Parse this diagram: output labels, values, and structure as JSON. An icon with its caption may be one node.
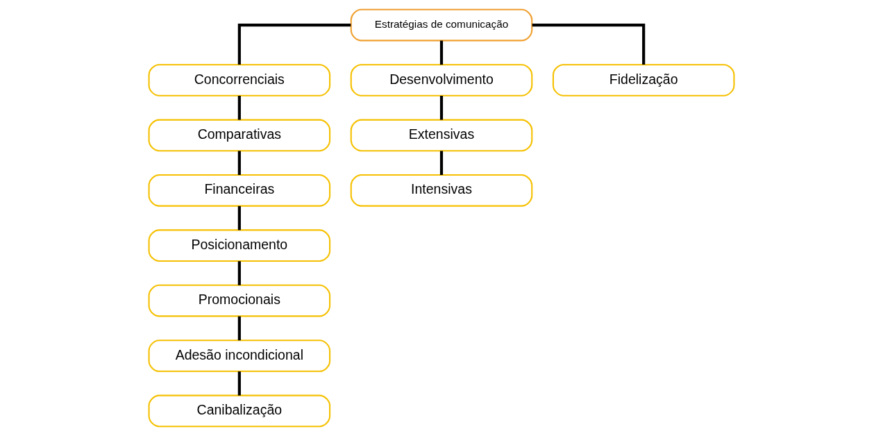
{
  "diagram": {
    "nodes": [
      {
        "text": [
          "Estratégias de comunicação"
        ]
      },
      {
        "text": [
          "Concorrenciais"
        ]
      },
      {
        "text": [
          "Desenvolvimento"
        ]
      },
      {
        "text": [
          "Fidelização"
        ]
      },
      {
        "text": [
          "Comparativas"
        ]
      },
      {
        "text": [
          "Extensivas"
        ]
      },
      {
        "text": [
          "Financeiras"
        ]
      },
      {
        "text": [
          "Intensivas"
        ]
      },
      {
        "text": [
          "Posicionamento"
        ]
      },
      {
        "text": [
          "Promocionais"
        ]
      },
      {
        "text": [
          "Adesão incondicional"
        ]
      },
      {
        "text": [
          "Canibalização"
        ]
      }
    ],
    "edges": [
      {
        "from": 0,
        "to": 1,
        "arrow": "none"
      },
      {
        "from": 0,
        "to": 2,
        "arrow": "none"
      },
      {
        "from": 0,
        "to": 3,
        "arrow": "none"
      },
      {
        "from": 1,
        "to": 4,
        "arrow": "none"
      },
      {
        "from": 2,
        "to": 5,
        "arrow": "none"
      },
      {
        "from": 4,
        "to": 6,
        "arrow": "none"
      },
      {
        "from": 5,
        "to": 7,
        "arrow": "none"
      },
      {
        "from": 6,
        "to": 8,
        "arrow": "none"
      },
      {
        "from": 8,
        "to": 9,
        "arrow": "none"
      },
      {
        "from": 9,
        "to": 10,
        "arrow": "none"
      },
      {
        "from": 10,
        "to": 11,
        "arrow": "none"
      }
    ]
  }
}
